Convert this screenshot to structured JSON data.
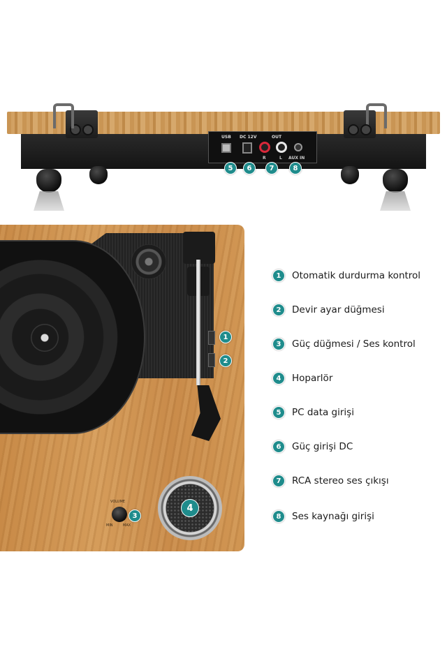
{
  "back_panel": {
    "usb_label": "USB",
    "dc_label": "DC 12V",
    "out_label": "OUT",
    "aux_label": "AUX IN",
    "r_label": "R",
    "l_label": "L",
    "callouts": [
      "5",
      "6",
      "7",
      "8"
    ]
  },
  "top_panel": {
    "volume_label": "VOLUME",
    "min_label": "MIN",
    "max_label": "MAX",
    "callouts": [
      "1",
      "2",
      "3",
      "4"
    ]
  },
  "legend": {
    "items": [
      {
        "number": "1",
        "text": "Otomatik durdurma kontrol"
      },
      {
        "number": "2",
        "text": "Devir ayar düğmesi"
      },
      {
        "number": "3",
        "text": "Güç düğmesi / Ses kontrol"
      },
      {
        "number": "4",
        "text": "Hoparlör"
      },
      {
        "number": "5",
        "text": "PC data girişi"
      },
      {
        "number": "6",
        "text": "Güç girişi DC"
      },
      {
        "number": "7",
        "text": "RCA stereo ses çıkışı"
      },
      {
        "number": "8",
        "text": "Ses kaynağı girişi"
      }
    ]
  },
  "colors": {
    "badge": "#1f8c8c",
    "wood": "#cf9452",
    "body": "#1a1a1a"
  }
}
